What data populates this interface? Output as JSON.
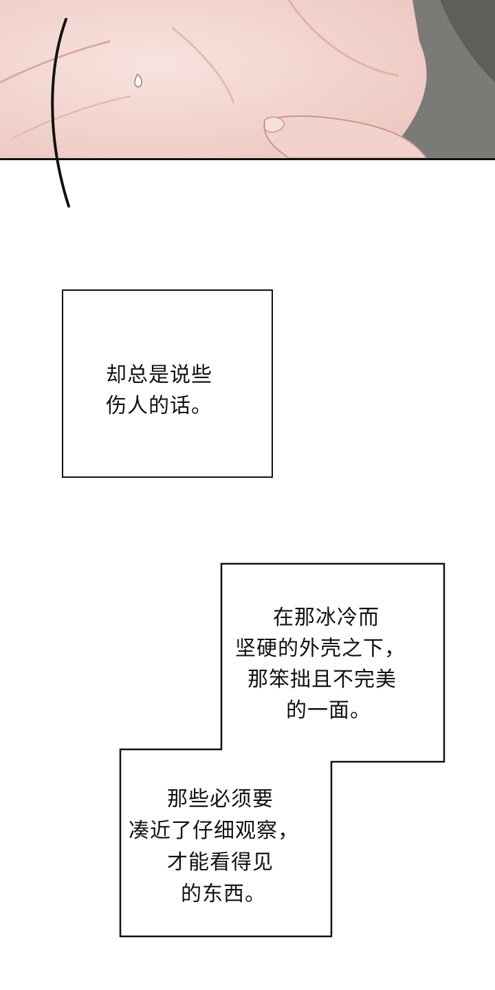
{
  "captions": [
    {
      "lines": [
        "却总是说些",
        "伤人的话。"
      ]
    },
    {
      "lines": [
        "在那冰冷而",
        "坚硬的外壳之下，",
        "那笨拙且不完美",
        "的一面。"
      ]
    },
    {
      "lines": [
        "那些必须要",
        "凑近了仔细观察，",
        "才能看得见",
        "的东西。"
      ]
    }
  ],
  "colors": {
    "skin": "#f3d4cf",
    "border": "#111111",
    "shirt": "#6f6e6b"
  }
}
